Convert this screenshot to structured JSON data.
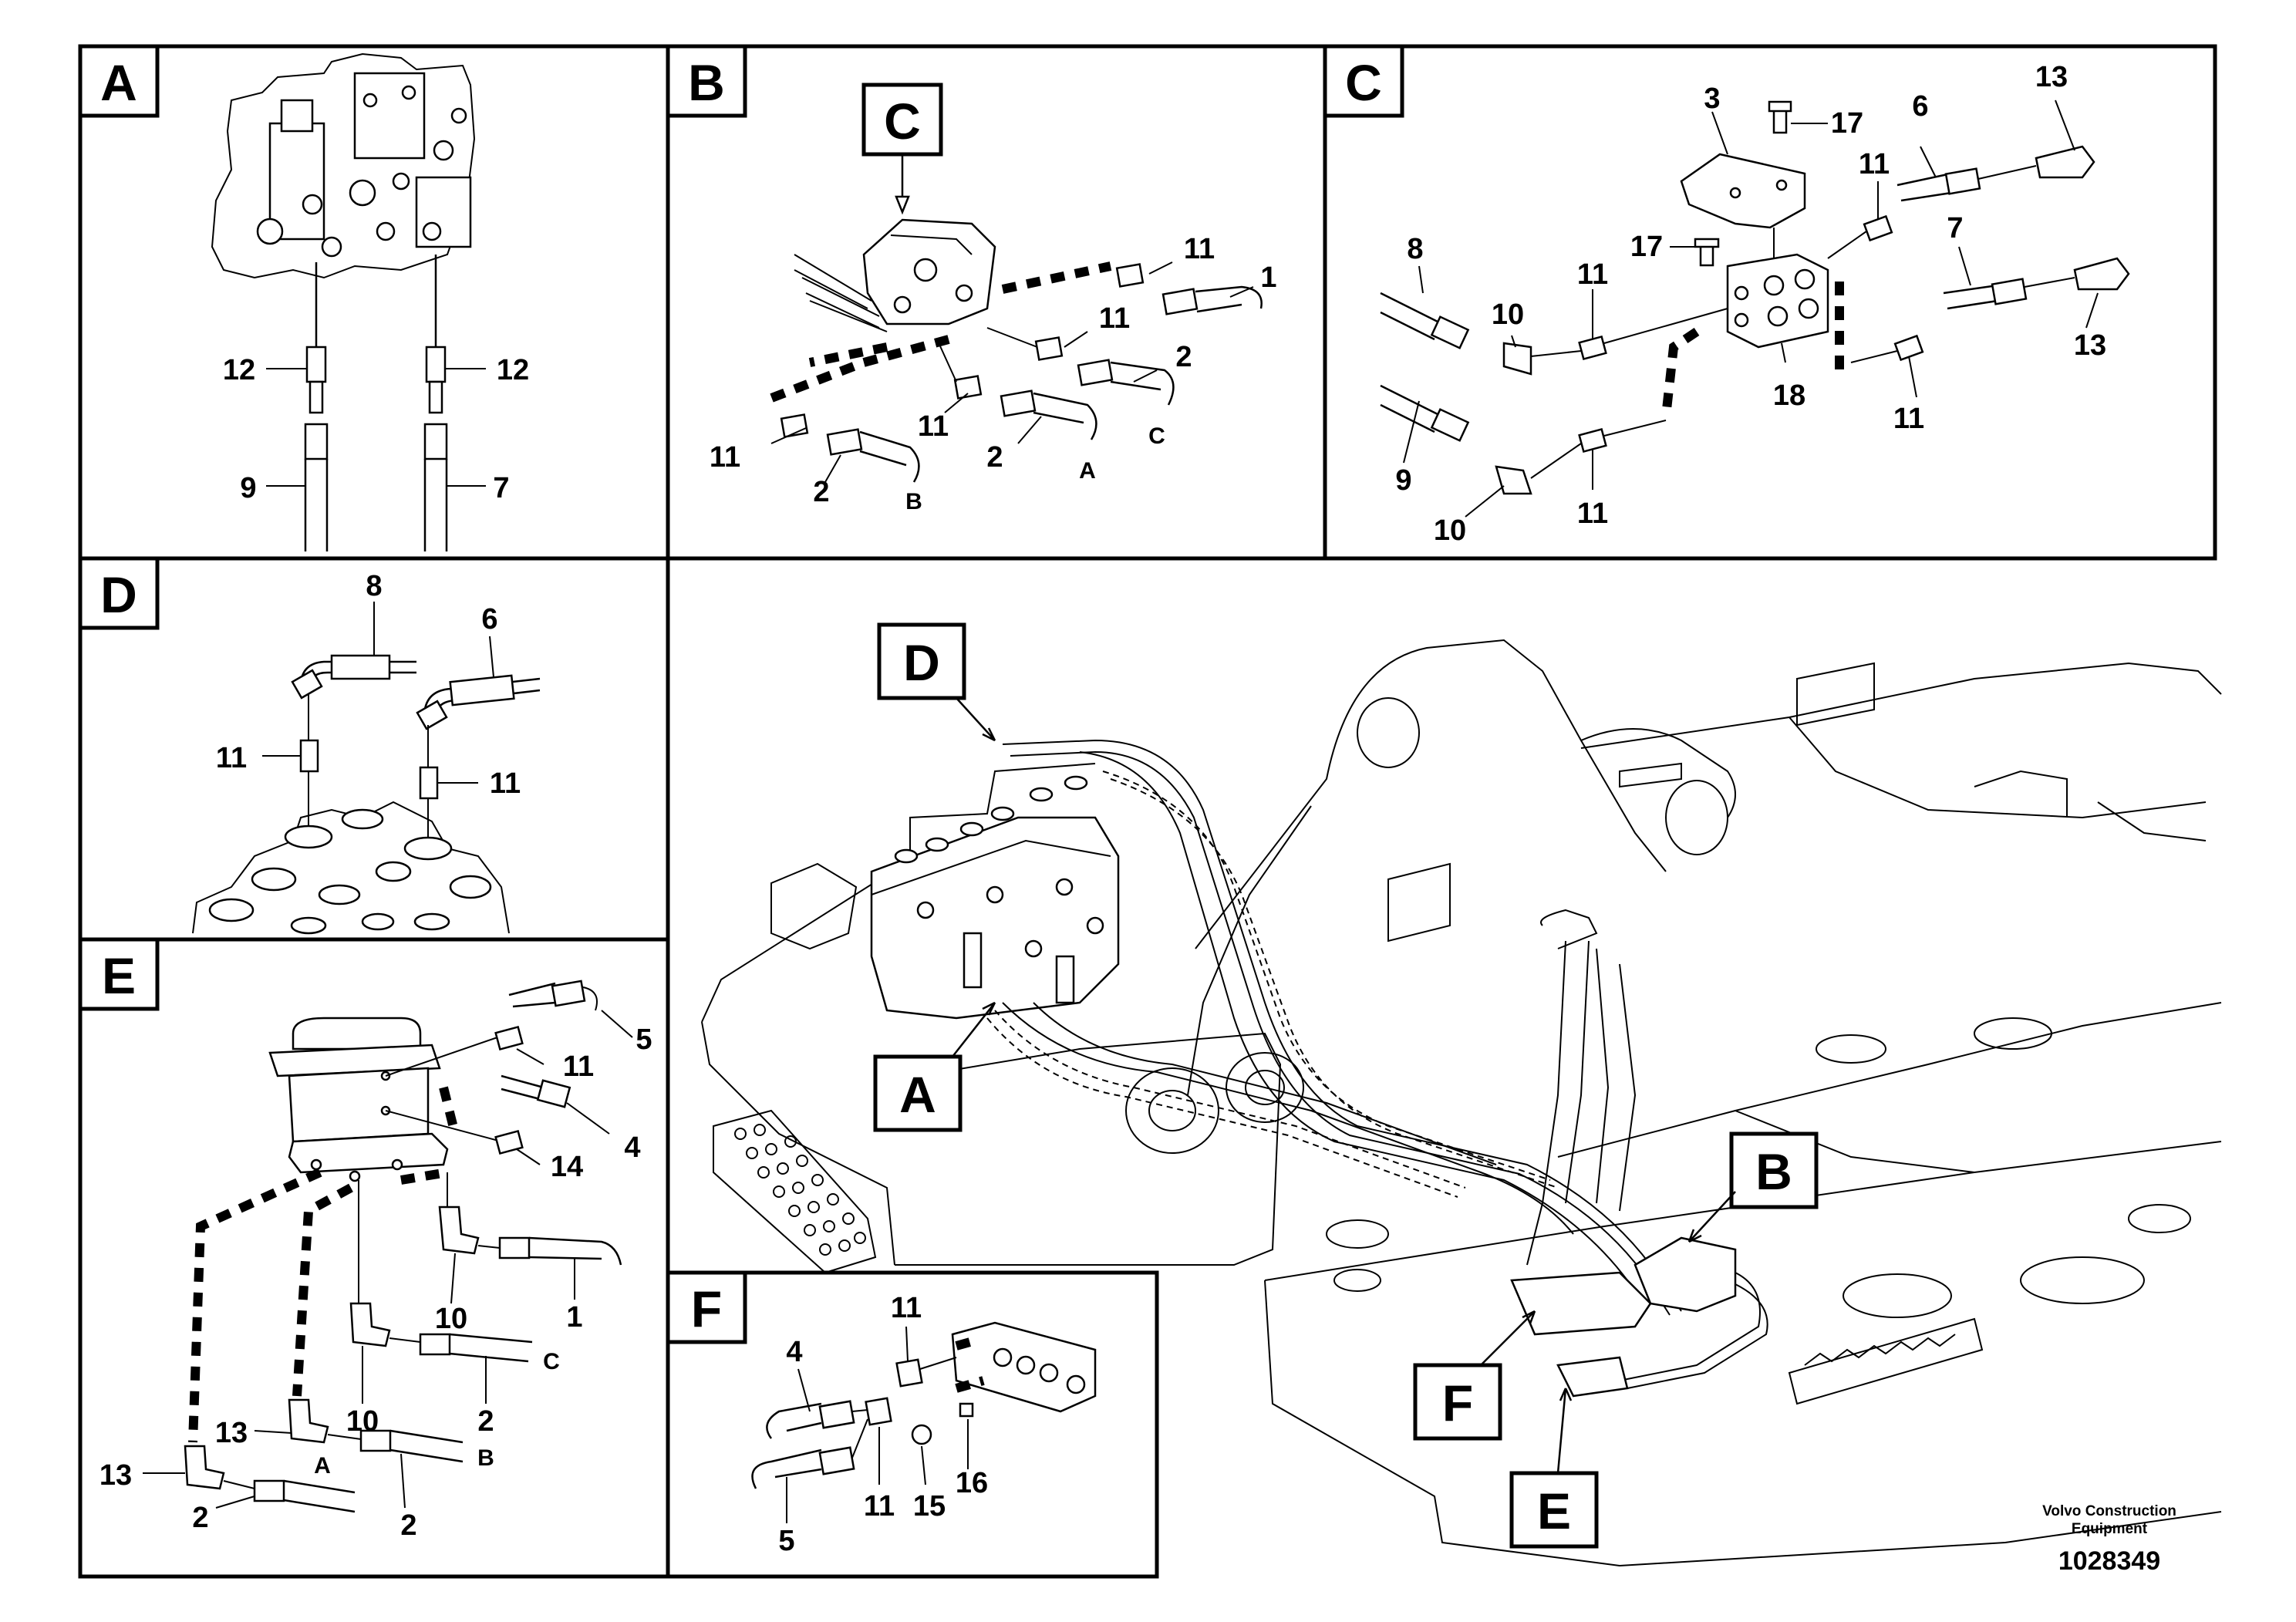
{
  "panels": {
    "A": {
      "tag": "A",
      "callouts": [
        "12",
        "12",
        "9",
        "7"
      ]
    },
    "B": {
      "tag": "B",
      "ref_tag": "C",
      "callouts": [
        "11",
        "1",
        "11",
        "2",
        "11",
        "11",
        "2",
        "2"
      ],
      "ends": [
        "C",
        "A",
        "B"
      ]
    },
    "C": {
      "tag": "C",
      "callouts": [
        "3",
        "17",
        "17",
        "6",
        "13",
        "11",
        "8",
        "10",
        "11",
        "7",
        "18",
        "13",
        "11",
        "9",
        "10",
        "11"
      ]
    },
    "D": {
      "tag": "D",
      "callouts": [
        "8",
        "6",
        "11",
        "11"
      ]
    },
    "E": {
      "tag": "E",
      "callouts": [
        "5",
        "11",
        "4",
        "14",
        "10",
        "1",
        "10",
        "13",
        "2",
        "13",
        "2",
        "2"
      ],
      "ends": [
        "C",
        "B",
        "A"
      ]
    },
    "F": {
      "tag": "F",
      "callouts": [
        "11",
        "4",
        "11",
        "15",
        "16",
        "5"
      ]
    },
    "main": {
      "tags": [
        "D",
        "A",
        "B",
        "F",
        "E"
      ]
    }
  },
  "footer": {
    "manufacturer_line1": "Volvo Construction",
    "manufacturer_line2": "Equipment",
    "reference": "1028349"
  }
}
